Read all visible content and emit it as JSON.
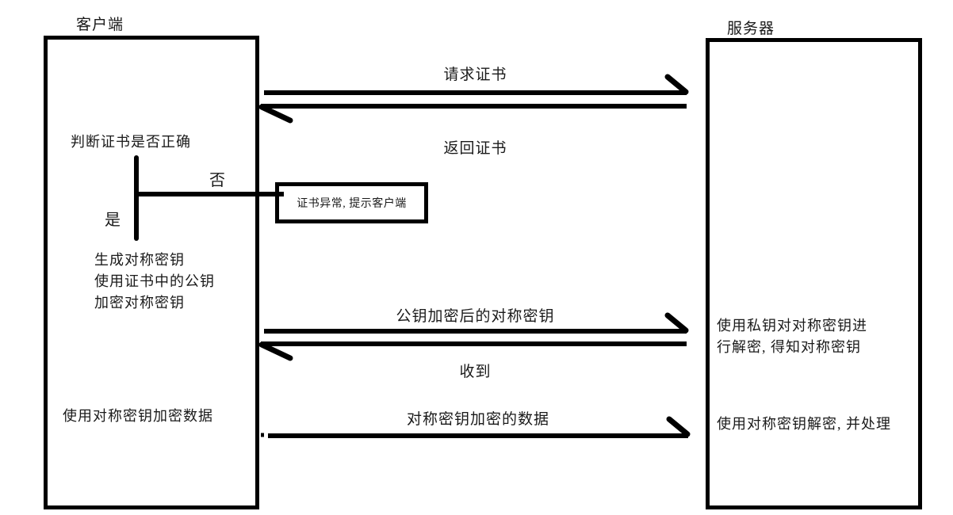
{
  "diagram": {
    "title_hint": "TLS/SSL handshake sequence diagram",
    "colors": {
      "line": "#000000",
      "text": "#1a1a1a",
      "background": "#ffffff"
    },
    "client": {
      "title": "客户端",
      "judge_cert": "判断证书是否正确",
      "branch_no": "否",
      "branch_yes": "是",
      "steps": [
        "生成对称密钥",
        "使用证书中的公钥",
        "加密对称密钥"
      ],
      "encrypt_data": "使用对称密钥加密数据"
    },
    "server": {
      "title": "服务器",
      "decrypt_key_line1": "使用私钥对对称密钥进",
      "decrypt_key_line2": "行解密, 得知对称密钥",
      "process_data": "使用对称密钥解密, 并处理"
    },
    "messages": {
      "request_cert": "请求证书",
      "return_cert": "返回证书",
      "cert_exception": "证书异常, 提示客户端",
      "encrypted_sym_key": "公钥加密后的对称密钥",
      "received": "收到",
      "encrypted_data": "对称密钥加密的数据"
    }
  }
}
